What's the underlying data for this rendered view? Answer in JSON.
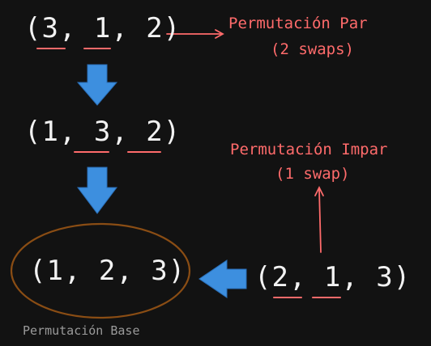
{
  "tuples": {
    "start": "(3, 1, 2)",
    "middle": "(1, 3, 2)",
    "base": "(1, 2, 3)",
    "right": "(2, 1, 3)"
  },
  "notes": {
    "even_line1": "Permutación Par",
    "even_line2": "(2 swaps)",
    "odd_line1": "Permutación Impar",
    "odd_line2": "(1 swap)",
    "base_label": "Permutación Base"
  },
  "colors": {
    "background": "#121212",
    "text": "#f2f2f2",
    "annotation": "#ff6b6b",
    "arrow_blue": "#3d8fdf",
    "ellipse": "#8a4d14",
    "base_label": "#9a9a9a"
  }
}
